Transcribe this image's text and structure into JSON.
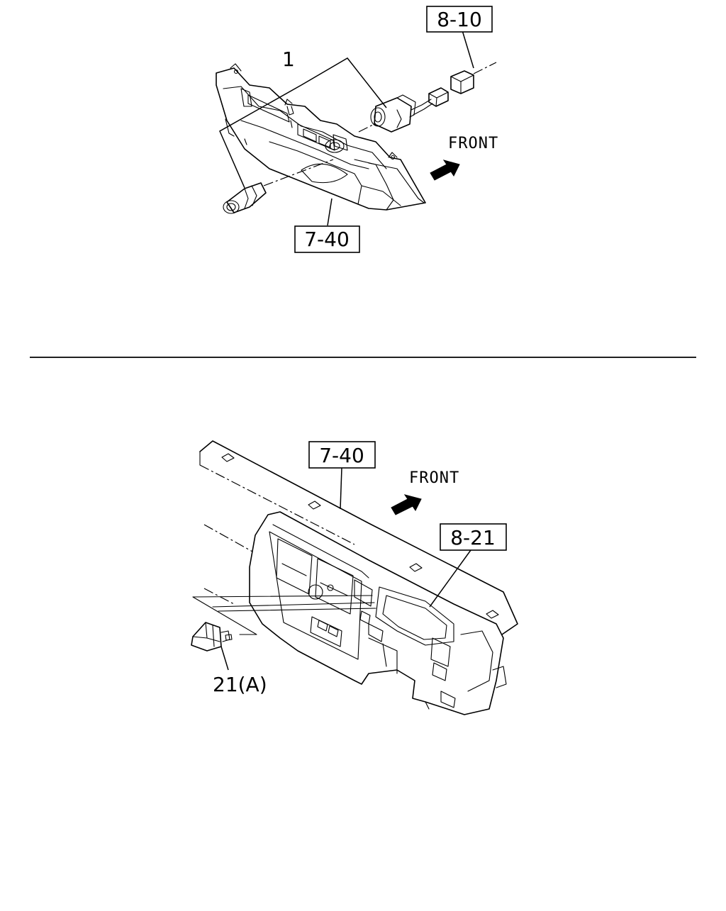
{
  "top_diagram": {
    "part_number_label": "1",
    "ref_box_connector": "8-10",
    "ref_box_panel": "7-40",
    "direction_label": "FRONT"
  },
  "divider": true,
  "bottom_diagram": {
    "ref_box_dashboard": "7-40",
    "ref_box_meter": "8-21",
    "direction_label": "FRONT",
    "switch_label": "21(A)"
  }
}
